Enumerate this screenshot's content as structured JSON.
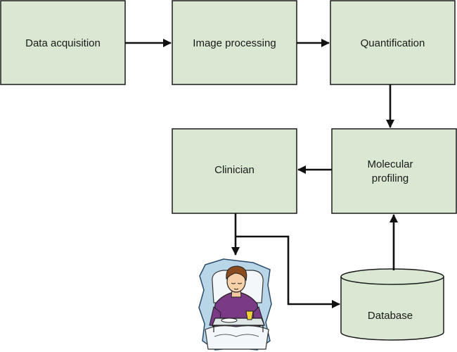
{
  "nodes": {
    "data_acquisition": "Data acquisition",
    "image_processing": "Image processing",
    "quantification": "Quantification",
    "molecular_profiling": [
      "Molecular",
      "profiling"
    ],
    "clinician": "Clinician",
    "database": "Database"
  },
  "illustration": "patient-in-hospital-bed",
  "colors": {
    "box_fill": "#d9e7d3",
    "stroke": "#1a1a1a",
    "arrow": "#111111"
  }
}
